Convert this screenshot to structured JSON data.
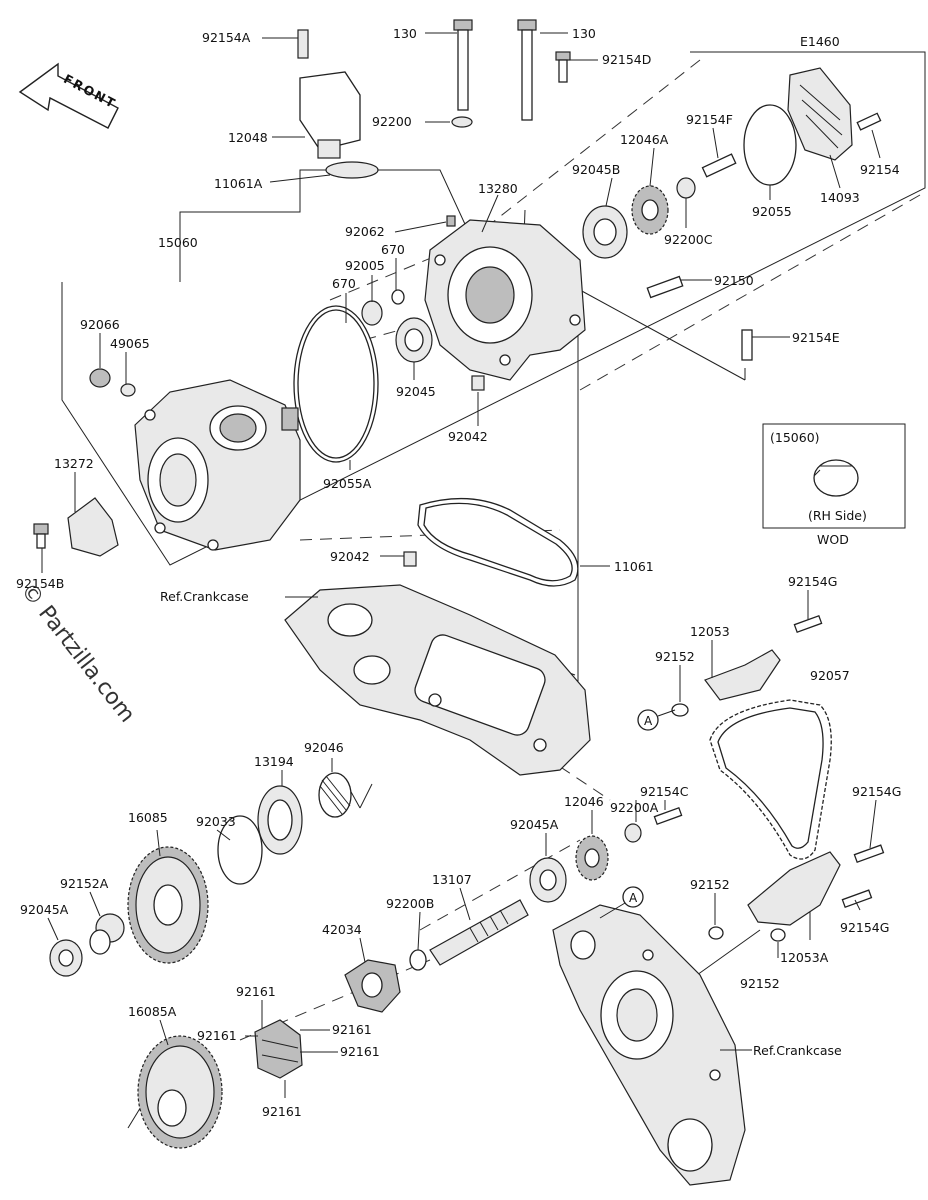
{
  "diagram": {
    "code": "E1460",
    "front_label": "FRONT",
    "watermark": "© Partzilla.com",
    "ref_crankcase_1": "Ref.Crankcase",
    "ref_crankcase_2": "Ref.Crankcase",
    "inset": {
      "part": "(15060)",
      "note": "(RH Side)",
      "caption": "WOD"
    },
    "circle_marker": "A",
    "parts": {
      "p92154A": "92154A",
      "p12048": "12048",
      "p11061A": "11061A",
      "p130a": "130",
      "p130b": "130",
      "p92154D": "92154D",
      "p92200": "92200",
      "p13280": "13280",
      "p92062": "92062",
      "p92005": "92005",
      "p670a": "670",
      "p670b": "670",
      "p15060": "15060",
      "p92066": "92066",
      "p49065": "49065",
      "p13272": "13272",
      "p92154B": "92154B",
      "p92055A": "92055A",
      "p92045": "92045",
      "p92042a": "92042",
      "p92045B": "92045B",
      "p12046A": "12046A",
      "p92154F": "92154F",
      "p92200C": "92200C",
      "p92055": "92055",
      "p14093": "14093",
      "p92154": "92154",
      "p92150": "92150",
      "p92154E": "92154E",
      "p92042b": "92042",
      "p11061": "11061",
      "p92154Ga": "92154G",
      "p12053": "12053",
      "p92152a": "92152",
      "p92057": "92057",
      "p92154C": "92154C",
      "p92200A": "92200A",
      "p12046": "12046",
      "p92045A_r": "92045A",
      "p92154Gb": "92154G",
      "p92152b": "92152",
      "p92154Gc": "92154G",
      "p12053A": "12053A",
      "p92152c": "92152",
      "p92046": "92046",
      "p13194": "13194",
      "p92033": "92033",
      "p16085": "16085",
      "p92152A": "92152A",
      "p92045A_l": "92045A",
      "p13107": "13107",
      "p92200B": "92200B",
      "p42034": "42034",
      "p92161a": "92161",
      "p92161b": "92161",
      "p92161c": "92161",
      "p92161d": "92161",
      "p92161e": "92161",
      "p16085A": "16085A"
    }
  }
}
